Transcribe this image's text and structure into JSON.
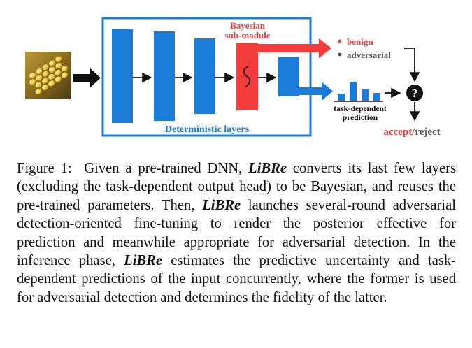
{
  "figure": {
    "bayesian_label_line1": "Bayesian",
    "bayesian_label_line2": "sub-module",
    "deterministic_label": "Deterministic layers",
    "legend_benign": "benign",
    "legend_adversarial": "adversarial",
    "prediction_label_line1": "task-dependent",
    "prediction_label_line2": "prediction",
    "decision_accept": "accept",
    "decision_sep": "/",
    "decision_reject": "reject",
    "decision_symbol": "?",
    "input_image_description": "corn cob",
    "colors": {
      "blue": "#1a7bd8",
      "red": "#f23b3b",
      "dark": "#222222",
      "gray": "#555555"
    }
  },
  "caption": {
    "label": "Figure 1:",
    "t1": "Given a pre-trained DNN,",
    "m1": "LiBRe",
    "t2": "converts its last few layers (excluding the task-dependent output head) to be Bayesian, and reuses the pre-trained parameters.  Then,",
    "m2": "LiBRe",
    "t3": "launches several-round adversarial detection-oriented fine-tuning to render the posterior effective for prediction and meanwhile appropriate for adversarial detection. In the inference phase,",
    "m3": "LiBRe",
    "t4": "estimates the predictive uncertainty and task-dependent predictions of the input concurrently, where the former is used for adversarial detec­tion and determines the fidelity of the latter."
  }
}
